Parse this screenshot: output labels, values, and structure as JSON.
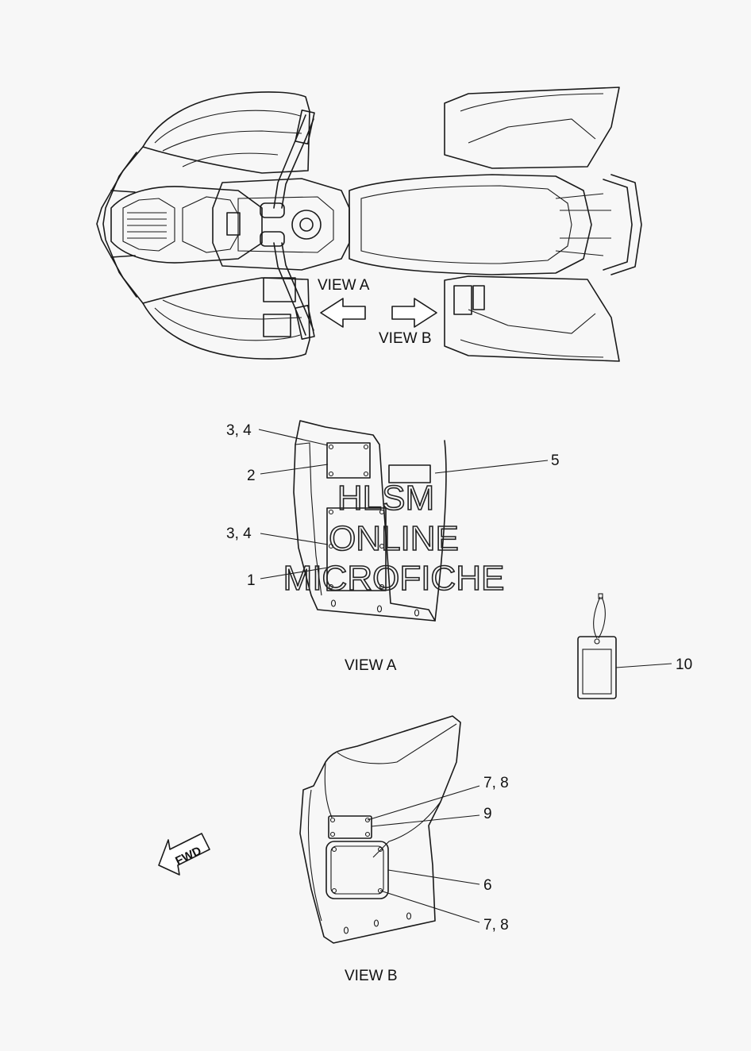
{
  "labels": {
    "view_a_arrow": "VIEW A",
    "view_b_arrow": "VIEW B",
    "view_a_caption": "VIEW A",
    "view_b_caption": "VIEW B",
    "fwd": "FWD"
  },
  "callouts": {
    "c34_top": "3, 4",
    "c2": "2",
    "c5": "5",
    "c34_mid": "3, 4",
    "c1": "1",
    "c10": "10",
    "c78_top": "7, 8",
    "c9": "9",
    "c6": "6",
    "c78_bot": "7, 8"
  },
  "watermark": {
    "line1": "HLSM",
    "line2": "ONLINE",
    "line3": "MICROFICHE"
  }
}
